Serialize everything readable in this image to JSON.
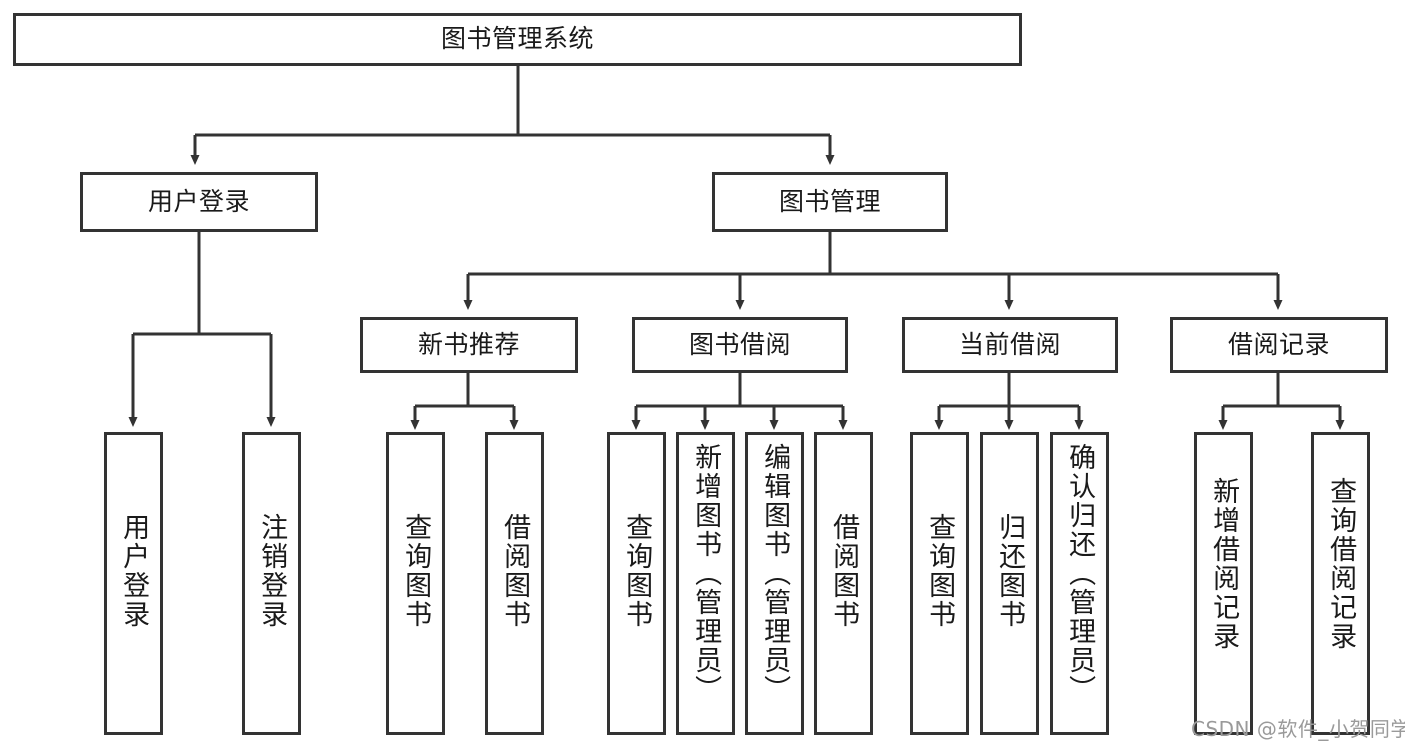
{
  "diagram": {
    "type": "hierarchy-tree",
    "title": "图书管理系统",
    "levels": 4,
    "root": {
      "label": "图书管理系统"
    },
    "level2": [
      {
        "label": "用户登录"
      },
      {
        "label": "图书管理"
      }
    ],
    "level3": [
      {
        "label": "新书推荐"
      },
      {
        "label": "图书借阅"
      },
      {
        "label": "当前借阅"
      },
      {
        "label": "借阅记录"
      }
    ],
    "leaves": {
      "user_login": [
        {
          "label": "用户登录"
        },
        {
          "label": "注销登录"
        }
      ],
      "new_book": [
        {
          "label": "查询图书"
        },
        {
          "label": "借阅图书"
        }
      ],
      "book_borrow": [
        {
          "label": "查询图书"
        },
        {
          "label": "新增图书（管理员）"
        },
        {
          "label": "编辑图书（管理员）"
        },
        {
          "label": "借阅图书"
        }
      ],
      "current_borrow": [
        {
          "label": "查询图书"
        },
        {
          "label": "归还图书"
        },
        {
          "label": "确认归还（管理员）"
        }
      ],
      "borrow_record": [
        {
          "label": "新增借阅记录"
        },
        {
          "label": "查询借阅记录"
        }
      ]
    }
  },
  "watermark": {
    "text": "CSDN @软件_小贺同学"
  },
  "colors": {
    "stroke": "#333333",
    "box_fill": "#ffffff",
    "text": "#1a1a1a",
    "watermark": "#9a9a9a",
    "background": "#ffffff"
  }
}
